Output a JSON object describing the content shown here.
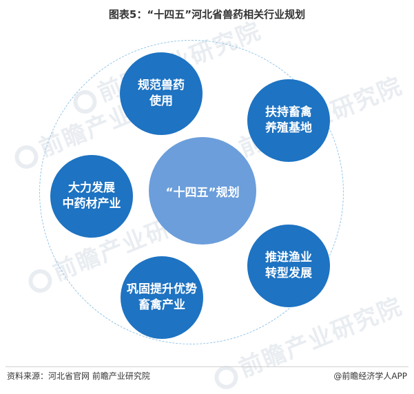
{
  "title": "图表5：“十四五”河北省兽药相关行业规划",
  "watermark_text": "前瞻产业研究院",
  "center": "“十四五”规划",
  "nodes": [
    {
      "line1": "规范兽药",
      "line2": "使用"
    },
    {
      "line1": "扶持畜禽",
      "line2": "养殖基地"
    },
    {
      "line1": "大力发展",
      "line2": "中药材产业"
    },
    {
      "line1": "推进渔业",
      "line2": "转型发展"
    },
    {
      "line1": "巩固提升优势",
      "line2": "畜禽产业"
    }
  ],
  "footer": {
    "source": "资料来源：河北省官网 前瞻产业研究院",
    "brand": "@前瞻经济学人APP"
  },
  "colors": {
    "node": "#1e73c2",
    "center": "#6b9edb",
    "ring": "#8ec3e6"
  }
}
